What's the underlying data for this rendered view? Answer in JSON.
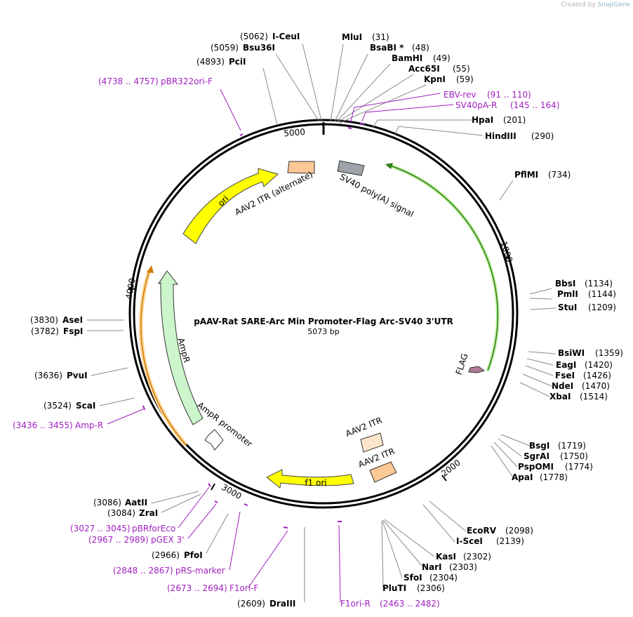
{
  "credit": {
    "prefix": "Created by",
    "brand": "SnapGene"
  },
  "plasmid": {
    "name": "pAAV-Rat SARE-Arc Min Promoter-Flag Arc-SV40  3'UTR",
    "length_label": "5073 bp"
  },
  "ticks": [
    "1000",
    "2000",
    "3000",
    "4000",
    "5000"
  ],
  "features": [
    {
      "label": "SV40 poly(A) signal",
      "color": "#9da3a9"
    },
    {
      "label": "FLAG",
      "color": "#b07c94"
    },
    {
      "label": "AAV2 ITR",
      "color": "#fde5cc"
    },
    {
      "label": "AAV2 ITR",
      "color": "#fbc896"
    },
    {
      "label": "f1 ori",
      "color": "#ffff00"
    },
    {
      "label": "AmpR promoter",
      "color": "#ffffff"
    },
    {
      "label": "AmpR",
      "color": "#ccf5cc"
    },
    {
      "label": "ori",
      "color": "#ffff00"
    },
    {
      "label": "AAV2 ITR (alternate)",
      "color": "#fbc896"
    }
  ],
  "sites": [
    {
      "name": "I-CeuI",
      "pos": "(5062)"
    },
    {
      "name": "Bsu36I",
      "pos": "(5059)"
    },
    {
      "name": "PciI",
      "pos": "(4893)"
    },
    {
      "name": "MluI",
      "pos": "(31)"
    },
    {
      "name": "BsaBI *",
      "pos": "(48)"
    },
    {
      "name": "BamHI",
      "pos": "(49)"
    },
    {
      "name": "Acc65I",
      "pos": "(55)"
    },
    {
      "name": "KpnI",
      "pos": "(59)"
    },
    {
      "name": "HpaI",
      "pos": "(201)"
    },
    {
      "name": "HindIII",
      "pos": "(290)"
    },
    {
      "name": "PflMI",
      "pos": "(734)"
    },
    {
      "name": "BbsI",
      "pos": "(1134)"
    },
    {
      "name": "PmlI",
      "pos": "(1144)"
    },
    {
      "name": "StuI",
      "pos": "(1209)"
    },
    {
      "name": "BsiWI",
      "pos": "(1359)"
    },
    {
      "name": "EagI",
      "pos": "(1420)"
    },
    {
      "name": "FseI",
      "pos": "(1426)"
    },
    {
      "name": "NdeI",
      "pos": "(1470)"
    },
    {
      "name": "XbaI",
      "pos": "(1514)"
    },
    {
      "name": "BsgI",
      "pos": "(1719)"
    },
    {
      "name": "SgrAI",
      "pos": "(1750)"
    },
    {
      "name": "PspOMI",
      "pos": "(1774)"
    },
    {
      "name": "ApaI",
      "pos": "(1778)"
    },
    {
      "name": "EcoRV",
      "pos": "(2098)"
    },
    {
      "name": "I-SceI",
      "pos": "(2139)"
    },
    {
      "name": "KasI",
      "pos": "(2302)"
    },
    {
      "name": "NarI",
      "pos": "(2303)"
    },
    {
      "name": "SfoI",
      "pos": "(2304)"
    },
    {
      "name": "PluTI",
      "pos": "(2306)"
    },
    {
      "name": "DraIII",
      "pos": "(2609)"
    },
    {
      "name": "PfoI",
      "pos": "(2966)"
    },
    {
      "name": "ZraI",
      "pos": "(3084)"
    },
    {
      "name": "AatII",
      "pos": "(3086)"
    },
    {
      "name": "ScaI",
      "pos": "(3524)"
    },
    {
      "name": "PvuI",
      "pos": "(3636)"
    },
    {
      "name": "FspI",
      "pos": "(3782)"
    },
    {
      "name": "AseI",
      "pos": "(3830)"
    }
  ],
  "primers": [
    {
      "name": "EBV-rev",
      "range": "(91 .. 110)"
    },
    {
      "name": "SV40pA-R",
      "range": "(145 .. 164)"
    },
    {
      "name": "pBR322ori-F",
      "range": "(4738 .. 4757)"
    },
    {
      "name": "Amp-R",
      "range": "(3436 .. 3455)"
    },
    {
      "name": "pBRforEco",
      "range": "(3027 .. 3045)"
    },
    {
      "name": "pGEX 3'",
      "range": "(2967 .. 2989)"
    },
    {
      "name": "pRS-marker",
      "range": "(2848 .. 2867)"
    },
    {
      "name": "F1ori-F",
      "range": "(2673 .. 2694)"
    },
    {
      "name": "F1ori-R",
      "range": "(2463 .. 2482)"
    }
  ],
  "colors": {
    "primer": "#a020c0",
    "backbone": "#000000",
    "leader": "#8a8a8a"
  }
}
